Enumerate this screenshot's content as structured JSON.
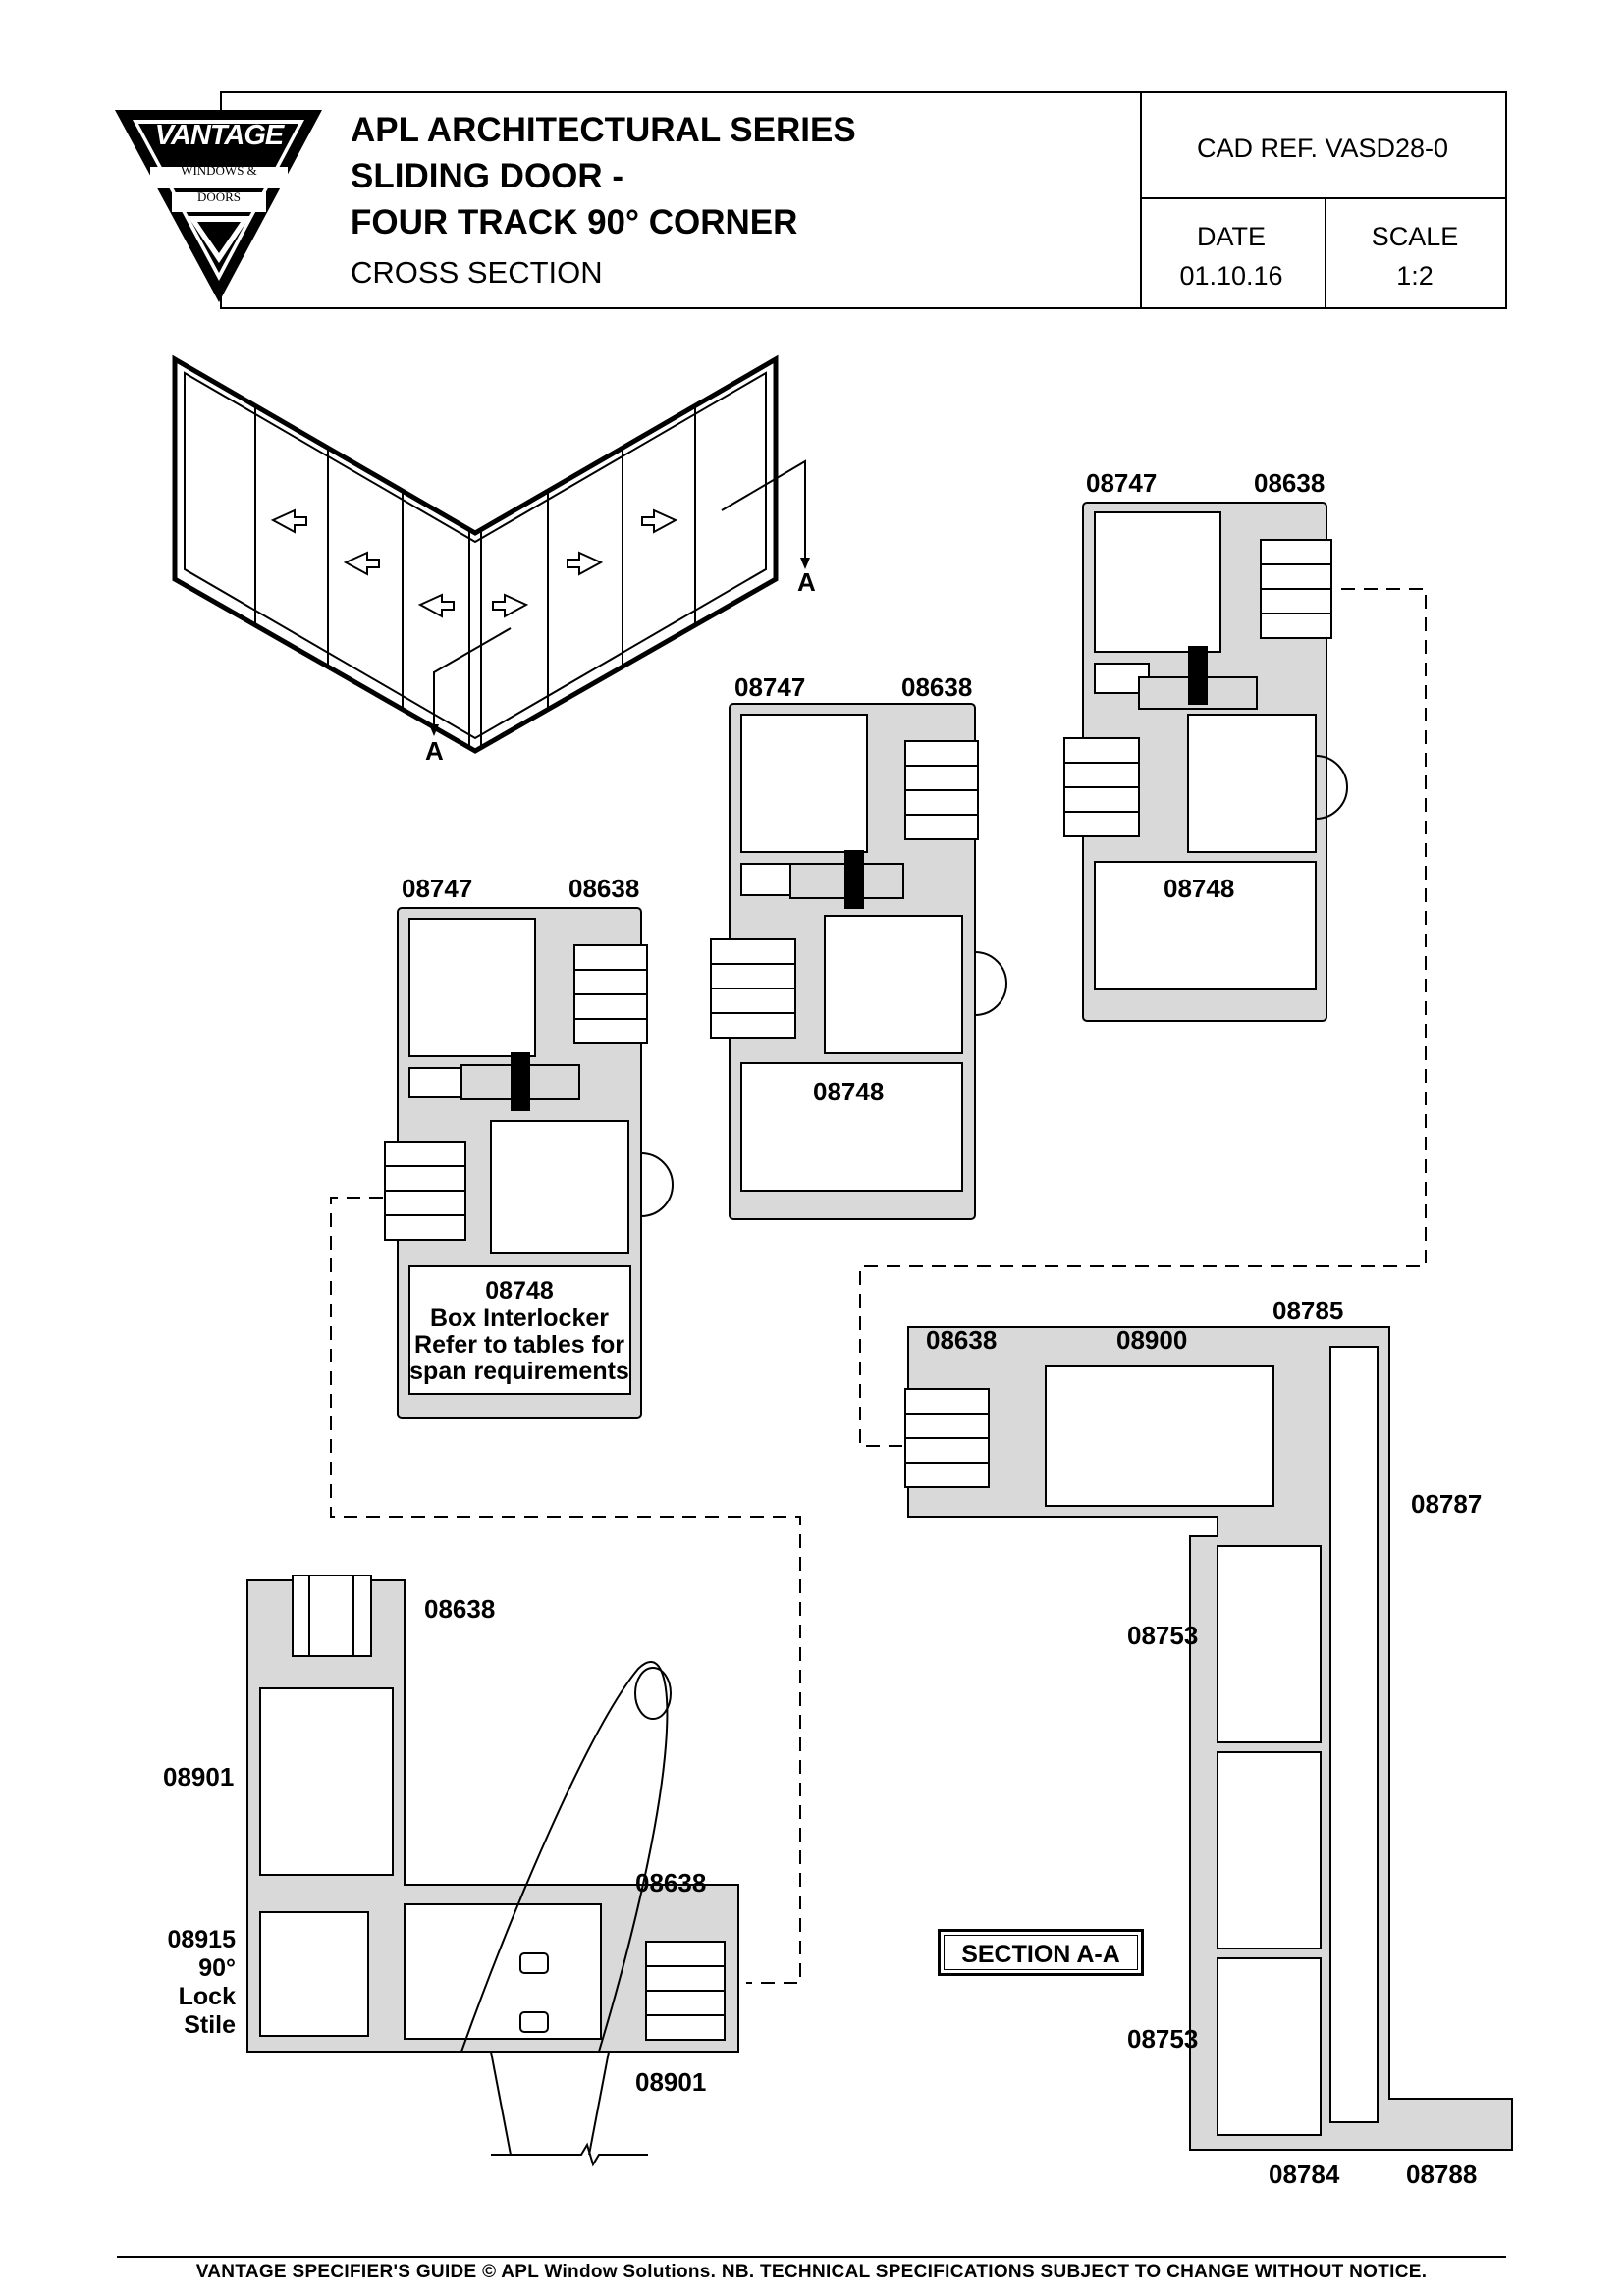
{
  "logo": {
    "brand": "VANTAGE",
    "tagline_line1": "WINDOWS &",
    "tagline_line2": "DOORS"
  },
  "title_block": {
    "line1": "APL ARCHITECTURAL SERIES",
    "line2": "SLIDING DOOR -",
    "line3": "FOUR TRACK 90° CORNER",
    "subtitle": "CROSS SECTION",
    "cad_ref": "CAD REF.  VASD28-0",
    "date_label": "DATE",
    "date_value": "01.10.16",
    "scale_label": "SCALE",
    "scale_value": "1:2"
  },
  "plan_view": {
    "section_marker_top": "A",
    "section_marker_bottom": "A"
  },
  "details": {
    "d1": {
      "left": "08747",
      "right": "08638",
      "bottom": "08748"
    },
    "d2": {
      "left": "08747",
      "right": "08638",
      "bottom": "08748"
    },
    "d3": {
      "left": "08747",
      "right": "08638",
      "bottom": "08748",
      "note1": "Box Interlocker",
      "note2": "Refer to tables for",
      "note3": "span requirements"
    },
    "corner": {
      "top_right": "08638",
      "left_mid": "08901",
      "stile_label_code": "08915",
      "stile_label_1": "90°",
      "stile_label_2": "Lock",
      "stile_label_3": "Stile",
      "mid_right": "08638",
      "bottom_right": "08901"
    },
    "frame": {
      "a": "08638",
      "b": "08900",
      "c": "08785",
      "d": "08787",
      "e": "08753",
      "f": "08753",
      "g": "08784",
      "h": "08788"
    }
  },
  "section_label": "SECTION A-A",
  "footer": "VANTAGE SPECIFIER'S GUIDE   © APL Window Solutions. NB. TECHNICAL SPECIFICATIONS SUBJECT TO CHANGE WITHOUT NOTICE."
}
